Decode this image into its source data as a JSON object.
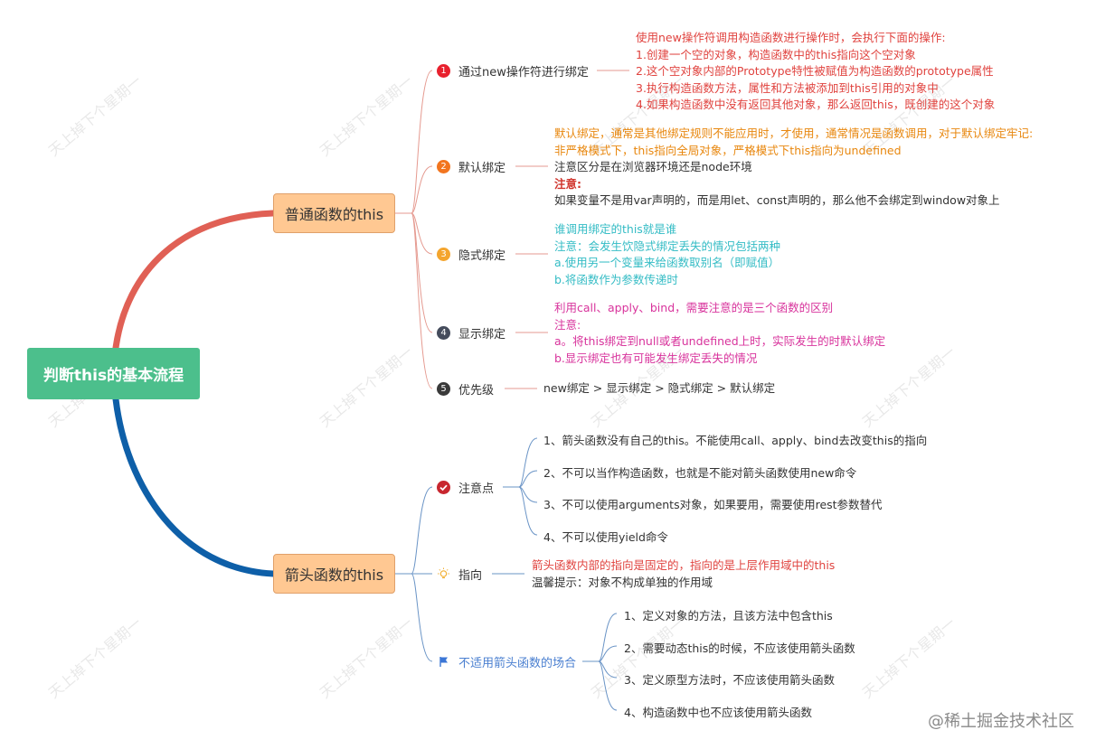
{
  "root": "判断this的基本流程",
  "normal": {
    "title": "普通函数的this",
    "items": [
      {
        "num": "1",
        "label": "通过new操作符进行绑定",
        "lines": [
          "使用new操作符调用构造函数进行操作时，会执行下面的操作:",
          "1.创建一个空的对象，构造函数中的this指向这个空对象",
          "2.这个空对象内部的Prototype特性被赋值为构造函数的prototype属性",
          "3.执行构造函数方法，属性和方法被添加到this引用的对象中",
          "4.如果构造函数中没有返回其他对象，那么返回this，既创建的这个对象"
        ]
      },
      {
        "num": "2",
        "label": "默认绑定",
        "lines": [
          "默认绑定，通常是其他绑定规则不能应用时，才使用，通常情况是函数调用，对于默认绑定牢记:",
          "非严格模式下，this指向全局对象，严格模式下this指向为undefined",
          "注意区分是在浏览器环境还是node环境",
          "注意:",
          "如果变量不是用var声明的，而是用let、const声明的，那么他不会绑定到window对象上"
        ]
      },
      {
        "num": "3",
        "label": "隐式绑定",
        "lines": [
          "谁调用绑定的this就是谁",
          "注意：会发生饮隐式绑定丢失的情况包括两种",
          "a.使用另一个变量来给函数取别名（即赋值）",
          "b.将函数作为参数传递时"
        ]
      },
      {
        "num": "4",
        "label": "显示绑定",
        "lines": [
          "利用call、apply、bind，需要注意的是三个函数的区别",
          "注意:",
          "a。将this绑定到null或者undefined上时，实际发生的时默认绑定",
          "b.显示绑定也有可能发生绑定丢失的情况"
        ]
      },
      {
        "num": "5",
        "label": "优先级",
        "lines": [
          "new绑定 > 显示绑定 > 隐式绑定 > 默认绑定"
        ]
      }
    ]
  },
  "arrow": {
    "title": "箭头函数的this",
    "notes": {
      "label": "注意点",
      "items": [
        "1、箭头函数没有自己的this。不能使用call、apply、bind去改变this的指向",
        "2、不可以当作构造函数，也就是不能对箭头函数使用new命令",
        "3、不可以使用arguments对象，如果要用，需要使用rest参数替代",
        "4、不可以使用yield命令"
      ]
    },
    "pointer": {
      "label": "指向",
      "lines": [
        "箭头函数内部的指向是固定的，指向的是上层作用域中的this",
        "温馨提示：对象不构成单独的作用域"
      ]
    },
    "unsuitable": {
      "label": "不适用箭头函数的场合",
      "items": [
        "1、定义对象的方法，且该方法中包含this",
        "2、需要动态this的时候，不应该使用箭头函数",
        "3、定义原型方法时，不应该使用箭头函数",
        "4、构造函数中也不应该使用箭头函数"
      ]
    }
  },
  "watermark": "天上掉下个星期一",
  "footer": "@稀土掘金技术社区",
  "colors": {
    "root": "#4cbf8c",
    "topicFill": "#ffc892",
    "normalBranch": "#e06055",
    "arrowBranch": "#0e5fa8",
    "red": "#e0433f",
    "orange": "#e8870e",
    "teal": "#34bcc5",
    "pink": "#d8339c",
    "num1": "#e8212e",
    "num2": "#f2751f",
    "num3": "#f4a52e",
    "num4": "#454c5c",
    "num5": "#3a3a3a"
  }
}
